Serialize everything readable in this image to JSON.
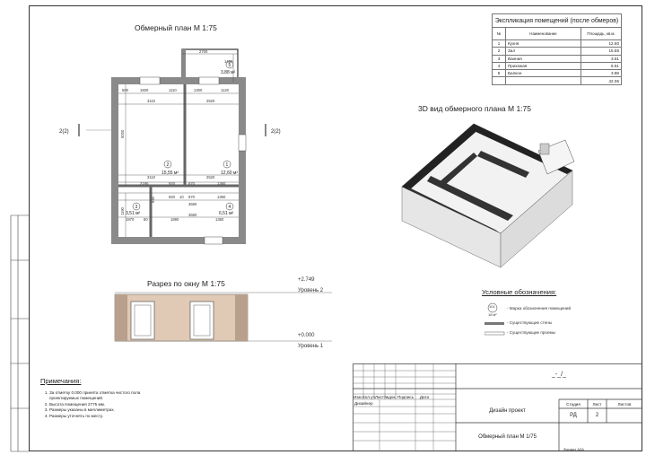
{
  "plan": {
    "title": "Обмерный план М 1:75",
    "dims": [
      "2700",
      "1450",
      "500",
      "1500",
      "1110",
      "1300",
      "1120",
      "3110",
      "2520",
      "5000",
      "3110",
      "2520",
      "2190",
      "920",
      "870",
      "1360",
      "920",
      "10",
      "870",
      "1360",
      "3660",
      "3660",
      "1190",
      "930",
      "1970",
      "80",
      "1890",
      "1360"
    ],
    "rooms": [
      {
        "num": "1",
        "area": "12,60 м²"
      },
      {
        "num": "2",
        "area": "15,55 м²"
      },
      {
        "num": "3",
        "area": "3,51 м²"
      },
      {
        "num": "4",
        "area": "6,51 м²"
      },
      {
        "num": "5",
        "area": "3,88 м²"
      }
    ],
    "section_mark": "2(2)"
  },
  "explication": {
    "title": "Экспликация помещений (после обмеров)",
    "col_num": "№",
    "col_name": "Наименование",
    "col_area": "Площадь, кв.м.",
    "rows": [
      {
        "num": "1",
        "name": "Кухня",
        "area": "12.60"
      },
      {
        "num": "2",
        "name": "Зал",
        "area": "15.55"
      },
      {
        "num": "3",
        "name": "Ванная",
        "area": "3.51"
      },
      {
        "num": "4",
        "name": "Прихожая",
        "area": "6.51"
      },
      {
        "num": "5",
        "name": "Балкон",
        "area": "3.88"
      }
    ],
    "total": "42.06"
  },
  "view3d": {
    "title": "3D вид обмерного плана М 1:75"
  },
  "section": {
    "title": "Разрез по окну М 1:75",
    "level2_mark": "+2.749",
    "level2_label": "Уровень 2",
    "level1_mark": "+0.000",
    "level1_label": "Уровень 1"
  },
  "legend": {
    "title": "Условные обозначения:",
    "room_num": "101",
    "room_area": "18 м²",
    "items": [
      "- Марка обозначения помещений",
      "- Существующие стены",
      "- Существующие проемы"
    ]
  },
  "notes": {
    "title": "Примечания:",
    "items": [
      "За отметку 0.000 принята отметка чистого пола проектируемых помещений.",
      "Высота помещения 2775 мм.",
      "Размеры указаны в миллиметрах.",
      "Размеры уточнять по месту."
    ]
  },
  "titleblock": {
    "headers": [
      "Изм.",
      "Кол.уч",
      "Лист",
      "№док.",
      "Подпись",
      "Дата"
    ],
    "designer": "Дизайнер",
    "project": "Дизайн проект",
    "sheet_title": "Обмерный план М 1/75",
    "stage_label": "Стадия",
    "stage": "РД",
    "sheet_label": "Лист",
    "sheet": "2",
    "sheets_label": "Листов",
    "sheets": "",
    "dash": "_-_/_",
    "format": "Формат А3А"
  }
}
